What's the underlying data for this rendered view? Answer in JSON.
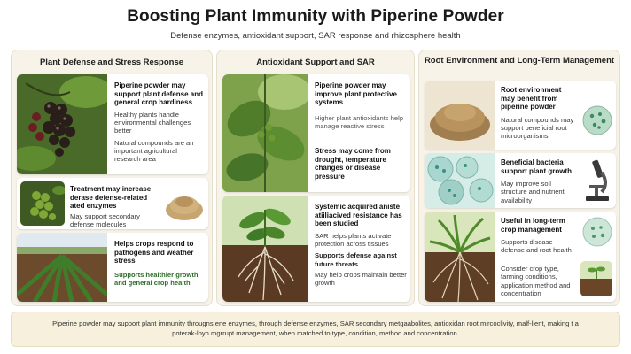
{
  "header": {
    "title": "Boosting Plant Immunity with Piperine Powder",
    "subtitle": "Defense enzymes, antioxidant support, SAR response and rhizosphere health"
  },
  "columns": [
    {
      "title": "Plant Defense and Stress Response",
      "cards": [
        {
          "heading": "Piperine powder may support plant defense and general crop hardiness",
          "lines": [
            "Healthy plants handle environmental challenges better",
            "Natural compounds are an important agricultural research area"
          ]
        },
        {
          "heading": "Treatment may increase derase defense-related ated enzymes",
          "lines": [
            "May support secondary defense molecules"
          ]
        },
        {
          "heading": "Helps crops respond to pathogens and weather stress",
          "lines": [
            "Supports healthier growth and general crop health"
          ]
        }
      ]
    },
    {
      "title": "Antioxidant Support and SAR",
      "cards": [
        {
          "heading": "Piperine powder may improve plant protective systems",
          "lines": [
            "Higher plant antioxidants help manage reactive stress"
          ]
        },
        {
          "heading": "Stress may come from drought, temperature changes or disease pressure",
          "lines": []
        },
        {
          "heading": "Systemic acquired aniste atiiliacived resistance has been studied",
          "lines": [
            "SAR helps plants activate protection across tissues",
            "Supports defense against future threats",
            "May help crops maintain better growth"
          ]
        }
      ]
    },
    {
      "title": "Root Environment and Long-Term Management",
      "cards": [
        {
          "heading": "Root environment may benefit from piperine powder",
          "lines": [
            "Natural compounds may support beneficial root microorganisms"
          ]
        },
        {
          "heading": "Beneficial bacteria support plant growth",
          "lines": [
            "May improve soil structure and nutrient availability"
          ]
        },
        {
          "heading": "Useful in long-term crop management",
          "lines": [
            "Supports disease defense and root health",
            "Consider crop type, farming conditions, application method and concentration"
          ]
        }
      ]
    }
  ],
  "footer": {
    "text": "Piperine powder may support plant immunity througns ene enzymes, through defense enzymes, SAR secondary metgaabolites, antioxidan root mircoclivity, malf-lient, making t a poterak-loyn mgrrupt management, when matched to type, condition, method and concentration."
  },
  "colors": {
    "panel_bg": "#f7f3e8",
    "footer_bg": "#f6f0dc",
    "title": "#1a1a1a"
  }
}
